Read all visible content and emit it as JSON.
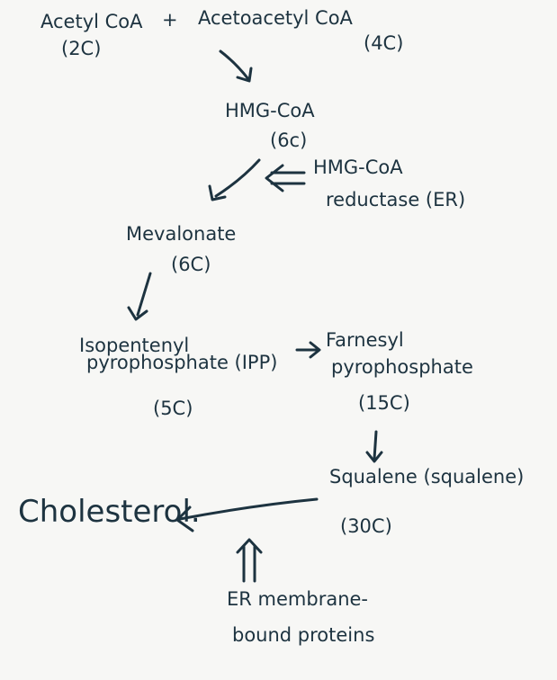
{
  "nodes": {
    "acetyl_coa": {
      "name": "Acetyl CoA",
      "carbons": "(2C)"
    },
    "plus": "+",
    "acetoacetyl_coa": {
      "name": "Acetoacetyl CoA",
      "carbons": "(4C)"
    },
    "hmg_coa": {
      "name": "HMG-CoA",
      "carbons": "(6c)"
    },
    "hmg_reductase": {
      "line1": "HMG-CoA",
      "line2": "reductase (ER)"
    },
    "mevalonate": {
      "name": "Mevalonate",
      "carbons": "(6C)"
    },
    "ipp": {
      "line1": "Isopentenyl",
      "line2": "pyrophosphate (IPP)",
      "carbons": "(5C)"
    },
    "farnesyl": {
      "line1": "Farnesyl",
      "line2": "pyrophosphate",
      "carbons": "(15C)"
    },
    "squalene": {
      "name": "Squalene (squalene)",
      "carbons": "(30C)"
    },
    "cholesterol": {
      "name": "Cholesterol."
    },
    "er_proteins": {
      "line1": "ER membrane-",
      "line2": "bound proteins"
    }
  }
}
